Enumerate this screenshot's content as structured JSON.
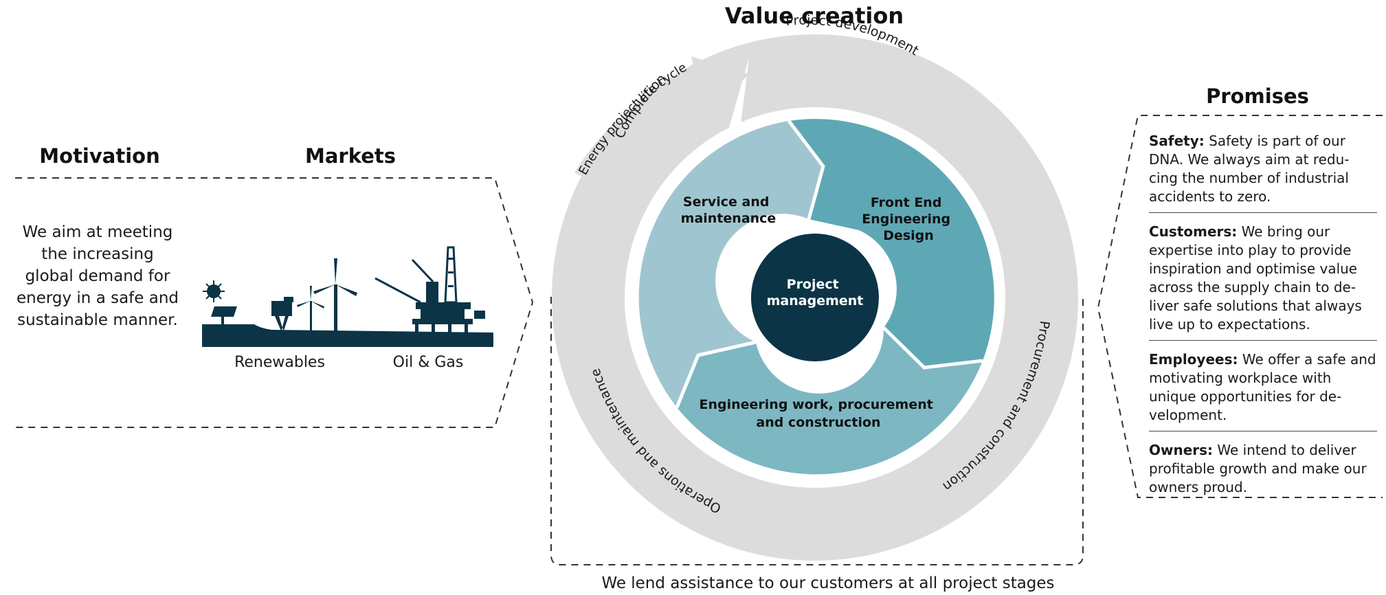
{
  "headings": {
    "value_creation": "Value creation",
    "motivation": "Motivation",
    "markets": "Markets",
    "promises": "Promises"
  },
  "motivation": {
    "text": "We aim at meeting the increasing global demand for energy in a safe and sustainable manner."
  },
  "markets": {
    "renewables": "Renewables",
    "oil_gas": "Oil & Gas"
  },
  "cycle": {
    "outer_label": "Energy project life cycle",
    "ring": [
      "Completion",
      "Project development",
      "Procurement and construction",
      "Operations and maintenance"
    ],
    "center": [
      "Project",
      "management"
    ],
    "sector_front_end": [
      "Front End",
      "Engineering",
      "Design"
    ],
    "sector_service": [
      "Service and",
      "maintenance"
    ],
    "sector_engineering": [
      "Engineering work, procurement",
      "and construction"
    ]
  },
  "promises": [
    {
      "title": "Safety:",
      "text": " Safety is part of our DNA. We always aim at redu-cing the number of industrial accidents to zero."
    },
    {
      "title": "Customers:",
      "text": " We bring our expertise into play to provide inspiration and optimise value across the supply chain to de-liver safe solutions that always live up to expectations."
    },
    {
      "title": "Employees:",
      "text": " We offer a safe and motivating workplace with unique opportunities for de-velopment."
    },
    {
      "title": "Owners:",
      "text": " We intend to deliver profitable growth and make our owners proud."
    }
  ],
  "footer": "We lend assistance to our customers at all project stages",
  "colors": {
    "dark_navy": "#0b3447",
    "teal": "#5ea8b5",
    "teal_mid": "#7db7c2",
    "teal_light": "#9fc6d0",
    "ring_gray": "#dcdcdd"
  }
}
